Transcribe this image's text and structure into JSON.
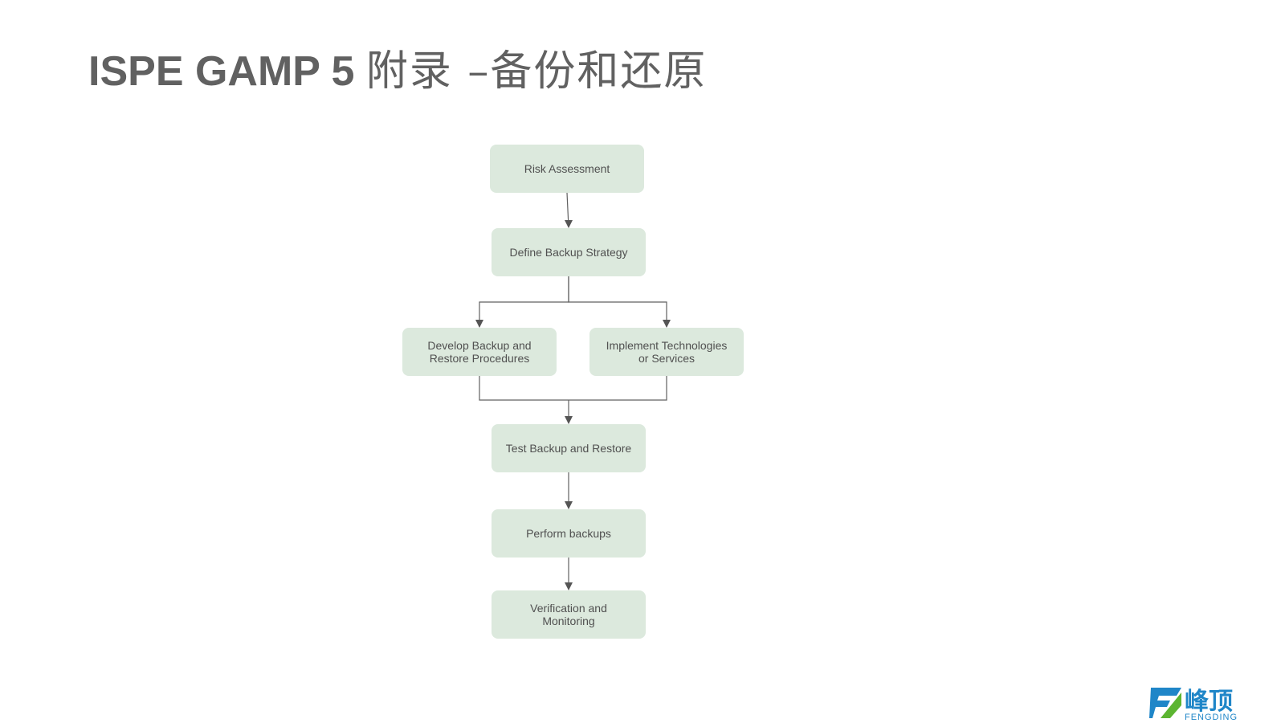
{
  "title": {
    "latin": "ISPE GAMP 5 ",
    "cjk": "附录 –备份和还原"
  },
  "flowchart": {
    "nodes": [
      {
        "id": "risk",
        "lines": [
          "Risk Assessment"
        ]
      },
      {
        "id": "strategy",
        "lines": [
          "Define Backup Strategy"
        ]
      },
      {
        "id": "procedures",
        "lines": [
          "Develop Backup and",
          "Restore Procedures"
        ]
      },
      {
        "id": "technologies",
        "lines": [
          "Implement Technologies",
          "or Services"
        ]
      },
      {
        "id": "test",
        "lines": [
          "Test Backup and Restore"
        ]
      },
      {
        "id": "perform",
        "lines": [
          "Perform backups"
        ]
      },
      {
        "id": "verify",
        "lines": [
          "Verification and",
          "Monitoring"
        ]
      }
    ],
    "edges": [
      [
        "risk",
        "strategy"
      ],
      [
        "strategy",
        "procedures"
      ],
      [
        "strategy",
        "technologies"
      ],
      [
        "procedures",
        "test"
      ],
      [
        "technologies",
        "test"
      ],
      [
        "test",
        "perform"
      ],
      [
        "perform",
        "verify"
      ]
    ]
  },
  "logo": {
    "name": "峰顶",
    "subtitle": "FENGDING",
    "colors": {
      "blue": "#1f86c8",
      "green": "#5cb531"
    }
  },
  "colors": {
    "title": "#616161",
    "node_fill": "#dce9dd",
    "node_text": "#505050",
    "connector": "#606060"
  }
}
